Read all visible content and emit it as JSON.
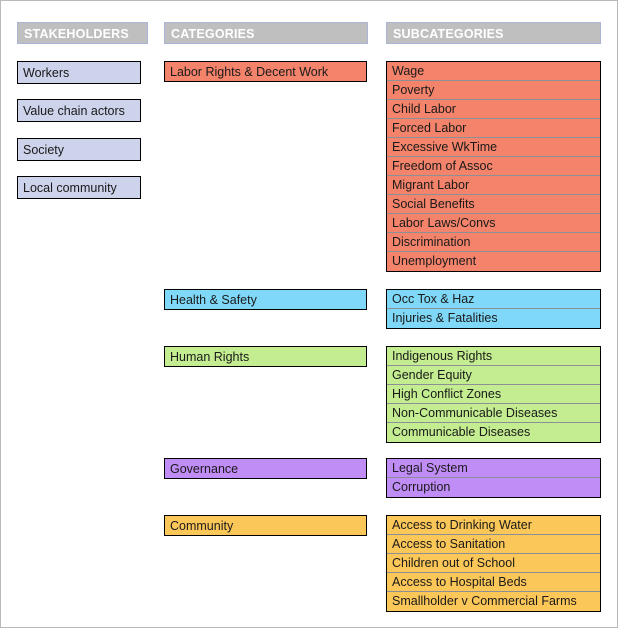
{
  "headers": {
    "stakeholders": "STAKEHOLDERS",
    "categories": "CATEGORIES",
    "subcategories": "SUBCATEGORIES"
  },
  "colors": {
    "header_bg": "#bfbfbf",
    "header_text": "#ffffff",
    "stakeholder_bg": "#ccd3ea",
    "labor_rights": "#f4836b",
    "health_safety": "#7fd8f7",
    "human_rights": "#c3ed90",
    "governance": "#c08cf5",
    "community": "#fcc759"
  },
  "stakeholders": [
    {
      "label": "Workers"
    },
    {
      "label": "Value chain actors"
    },
    {
      "label": "Society"
    },
    {
      "label": "Local community"
    }
  ],
  "groups": [
    {
      "key": "labor-rights-decent-work",
      "category": "Labor Rights & Decent Work",
      "color": "#f4836b",
      "subcategories": [
        "Wage",
        "Poverty",
        "Child Labor",
        "Forced Labor",
        "Excessive WkTime",
        "Freedom of Assoc",
        "Migrant Labor",
        "Social Benefits",
        "Labor Laws/Convs",
        "Discrimination",
        "Unemployment"
      ]
    },
    {
      "key": "health-safety",
      "category": "Health & Safety",
      "color": "#7fd8f7",
      "subcategories": [
        "Occ Tox & Haz",
        "Injuries & Fatalities"
      ]
    },
    {
      "key": "human-rights",
      "category": "Human Rights",
      "color": "#c3ed90",
      "subcategories": [
        "Indigenous Rights",
        "Gender Equity",
        "High Conflict Zones",
        "Non-Communicable Diseases",
        "Communicable Diseases"
      ]
    },
    {
      "key": "governance",
      "category": "Governance",
      "color": "#c08cf5",
      "subcategories": [
        "Legal System",
        "Corruption"
      ]
    },
    {
      "key": "community",
      "category": "Community",
      "color": "#fcc759",
      "subcategories": [
        "Access to Drinking Water",
        "Access to Sanitation",
        "Children out of School",
        "Access to Hospital Beds",
        "Smallholder v Commercial Farms"
      ]
    }
  ]
}
